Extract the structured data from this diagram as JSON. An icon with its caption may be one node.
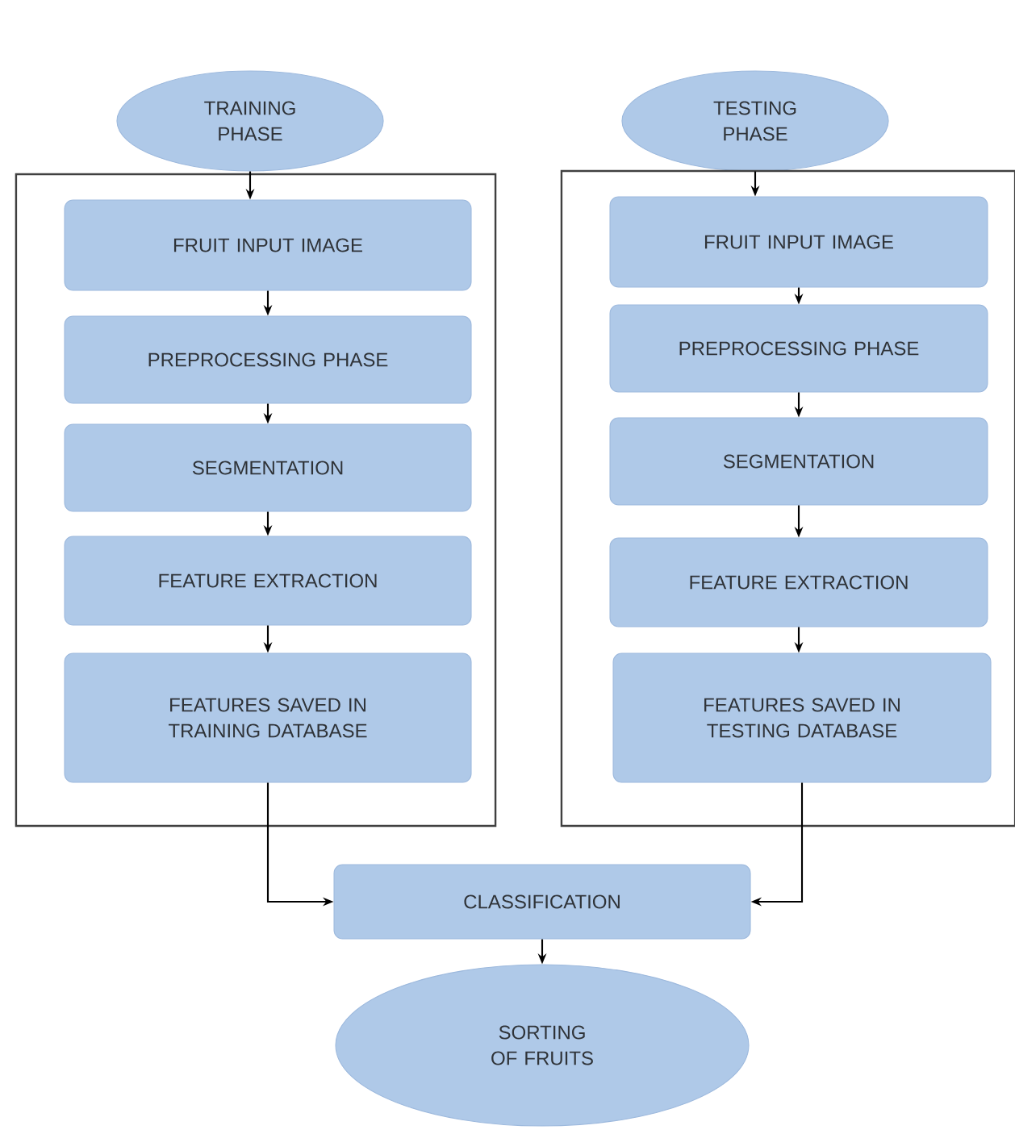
{
  "diagram": {
    "nodes": [
      {
        "text": [
          "TRAINING PHASE"
        ]
      },
      {
        "text": [
          "TESTING PHASE"
        ]
      },
      {
        "text": [],
        "shape": "box"
      },
      {
        "text": [
          "FRUIT INPUT IMAGE"
        ],
        "in": 2
      },
      {
        "text": [
          "PREPROCESSING PHASE"
        ],
        "in": 2
      },
      {
        "text": [
          "SEGMENTATION"
        ],
        "in": 2
      },
      {
        "text": [
          "FEATURE EXTRACTION"
        ],
        "in": 2
      },
      {
        "text": [
          "FEATURES SAVED IN TRAINING DATABASE"
        ],
        "in": 2
      },
      {
        "text": [],
        "shape": "box"
      },
      {
        "text": [
          "FRUIT INPUT IMAGE"
        ],
        "in": 8
      },
      {
        "text": [
          "PREPROCESSING PHASE"
        ],
        "in": 8
      },
      {
        "text": [
          "SEGMENTATION"
        ],
        "in": 8
      },
      {
        "text": [
          "FEATURE EXTRACTION"
        ],
        "in": 8
      },
      {
        "text": [
          "FEATURES SAVED IN TESTING DATABASE"
        ],
        "in": 8
      },
      {
        "text": [
          "CLASSIFICATION"
        ]
      },
      {
        "text": [
          "SORTING OF FRUITS"
        ]
      }
    ],
    "edges": [
      {
        "from": 0,
        "to": 3,
        "arrow": "to"
      },
      {
        "from": 3,
        "to": 4,
        "arrow": "to"
      },
      {
        "from": 4,
        "to": 5,
        "arrow": "to"
      },
      {
        "from": 5,
        "to": 6,
        "arrow": "to"
      },
      {
        "from": 6,
        "to": 7,
        "arrow": "to"
      },
      {
        "from": 1,
        "to": 9,
        "arrow": "to"
      },
      {
        "from": 9,
        "to": 10,
        "arrow": "to"
      },
      {
        "from": 10,
        "to": 11,
        "arrow": "to"
      },
      {
        "from": 11,
        "to": 12,
        "arrow": "to"
      },
      {
        "from": 12,
        "to": 13,
        "arrow": "to"
      },
      {
        "from": 7,
        "to": 14,
        "arrow": "to"
      },
      {
        "from": 13,
        "to": 14,
        "arrow": "to"
      },
      {
        "from": 14,
        "to": 15,
        "arrow": "to"
      }
    ]
  }
}
